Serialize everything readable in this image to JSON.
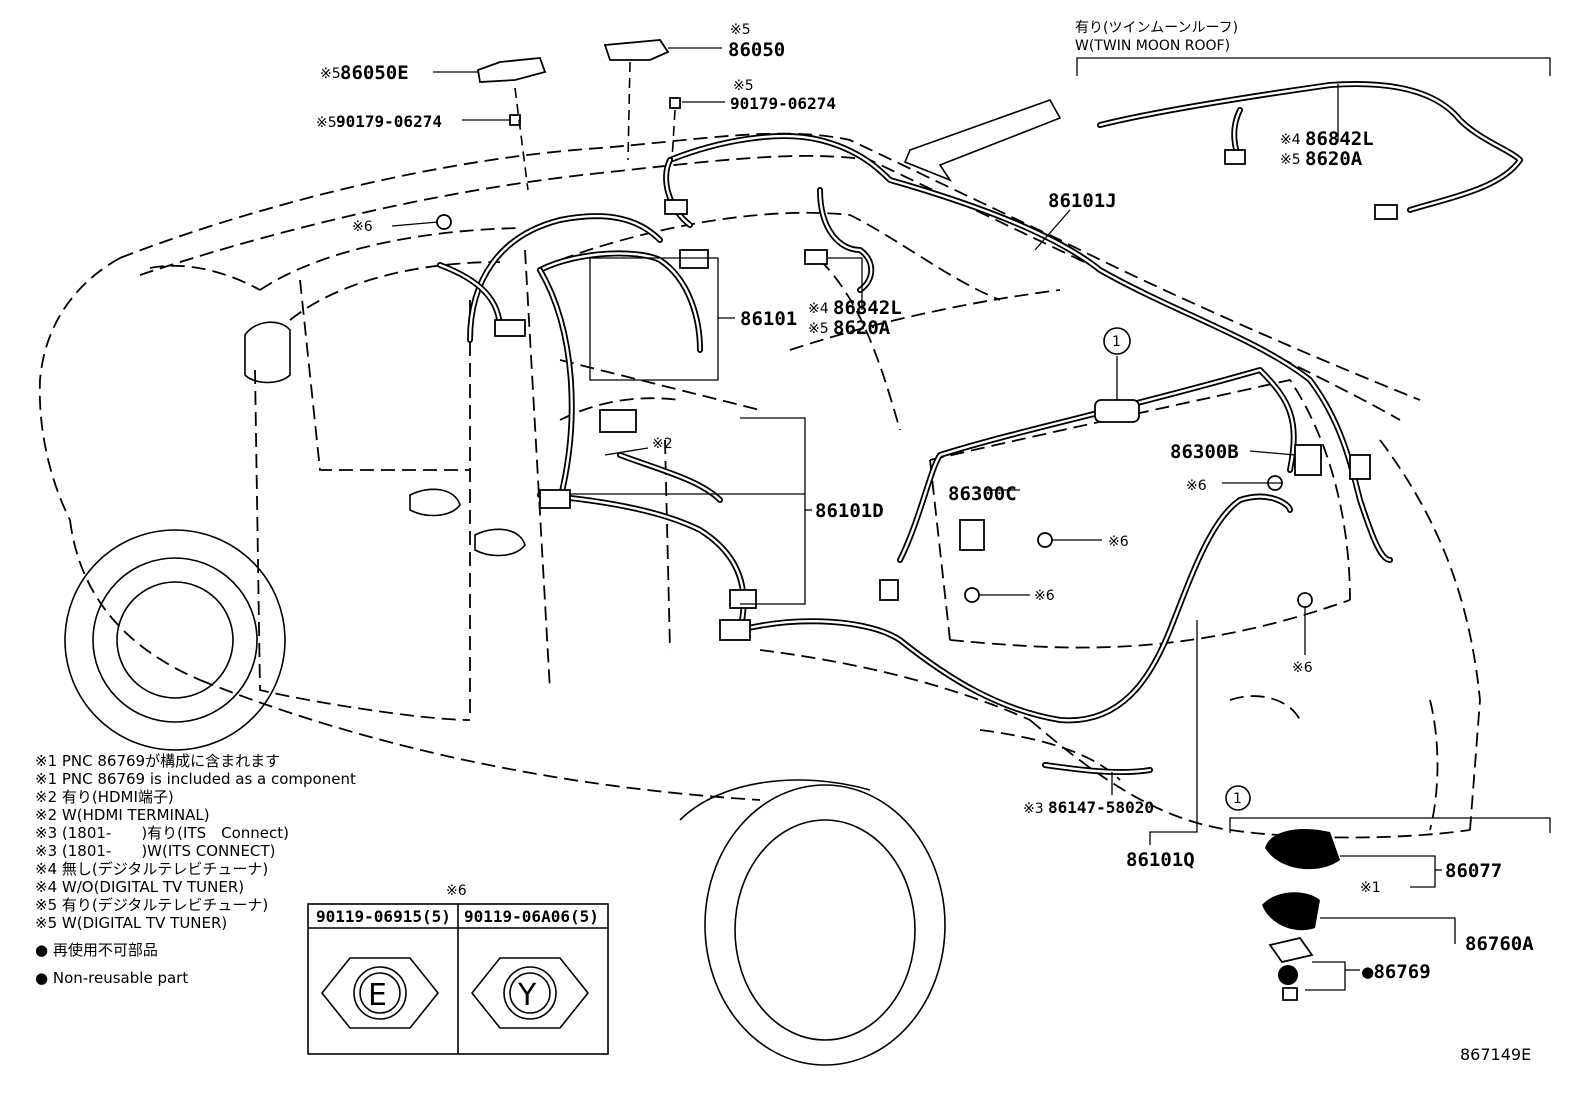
{
  "diagram_id": "867149E",
  "twin_moon_roof": {
    "label_jp": "有り(ツインムーンルーフ)",
    "label_en": "W(TWIN MOON ROOF)",
    "parts": [
      {
        "mark": "※4",
        "pn": "86842L"
      },
      {
        "mark": "※5",
        "pn": "8620A"
      }
    ]
  },
  "parts": {
    "p86050E": {
      "mark": "※5",
      "pn": "86050E"
    },
    "p86050": {
      "mark": "※5",
      "pn": "86050"
    },
    "p90179_a": {
      "mark": "※5",
      "pn": "90179-06274"
    },
    "p90179_b": {
      "mark": "※5",
      "pn": "90179-06274"
    },
    "p86101J": {
      "pn": "86101J"
    },
    "p86101": {
      "pn": "86101"
    },
    "p86842L": {
      "mark": "※4",
      "pn": "86842L"
    },
    "p8620A": {
      "mark": "※5",
      "pn": "8620A"
    },
    "p86101D": {
      "pn": "86101D"
    },
    "p86300C": {
      "pn": "86300C"
    },
    "p86300B": {
      "pn": "86300B"
    },
    "p86147": {
      "mark": "※3",
      "pn": "86147-58020"
    },
    "p86101Q": {
      "pn": "86101Q"
    },
    "p86077": {
      "pn": "86077",
      "mark": "※1"
    },
    "p86760A": {
      "pn": "86760A"
    },
    "p86769": {
      "pn": "●86769"
    }
  },
  "marks": {
    "m6": "※6",
    "m2": "※2",
    "callout": "1"
  },
  "notes": [
    "※1 PNC 86769が構成に含まれます",
    "※1 PNC 86769 is included as a component",
    "※2 有り(HDMI端子)",
    "※2 W(HDMI TERMINAL)",
    "※3 (1801-　　)有り(ITS　Connect)",
    "※3 (1801-　　)W(ITS CONNECT)",
    "※4 無し(デジタルテレビチューナ)",
    "※4 W/O(DIGITAL TV TUNER)",
    "※5 有り(デジタルテレビチューナ)",
    "※5 W(DIGITAL TV TUNER)",
    "● 再使用不可部品",
    "● Non-reusable part"
  ],
  "bolt_table": {
    "mark": "※6",
    "cols": [
      {
        "pn": "90119-06915(5)",
        "letter": "E"
      },
      {
        "pn": "90119-06A06(5)",
        "letter": "Y"
      }
    ]
  }
}
